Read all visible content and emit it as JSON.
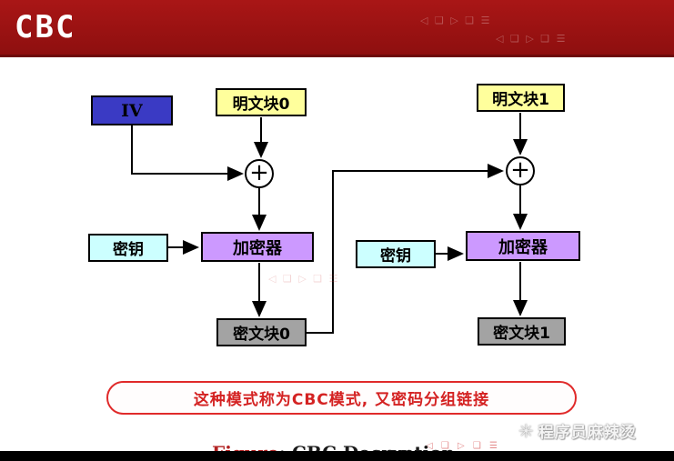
{
  "header": {
    "title": "CBC"
  },
  "diagram": {
    "iv_label": "IV",
    "plaintext0": "明文块0",
    "plaintext1": "明文块1",
    "key_left": "密钥",
    "key_right": "密钥",
    "encryptor_left": "加密器",
    "encryptor_right": "加密器",
    "ciphertext0": "密文块0",
    "ciphertext1": "密文块1",
    "xor_symbol": "+"
  },
  "note": {
    "text": "这种模式称为CBC模式, 又密码分组链接"
  },
  "caption": {
    "prefix": "Figure",
    "rest": ": CBC Decryption"
  },
  "watermark": {
    "icon": "✳",
    "text": "程序员麻辣烫",
    "marks": "◁ ❑ ▷ ❑ ☰"
  },
  "colors": {
    "header_red": "#9e1212",
    "iv_blue": "#3a3ac4",
    "plaintext_yellow": "#ffff9c",
    "key_cyan": "#ccffff",
    "encryptor_purple": "#cc99ff",
    "ciphertext_gray": "#a3a3a3",
    "note_red": "#d42222"
  }
}
